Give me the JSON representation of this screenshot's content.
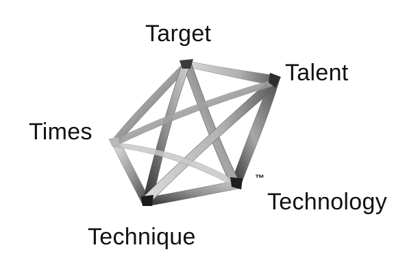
{
  "labels": {
    "target": "Target",
    "talent": "Talent",
    "times": "Times",
    "technology": "Technology",
    "technique": "Technique",
    "trademark": "™"
  },
  "colors": {
    "background": "#ffffff",
    "text": "#111111",
    "ribbon_light": "#d9d9d9",
    "ribbon_mid": "#9a9a9a",
    "ribbon_dark": "#3a3a3a"
  }
}
